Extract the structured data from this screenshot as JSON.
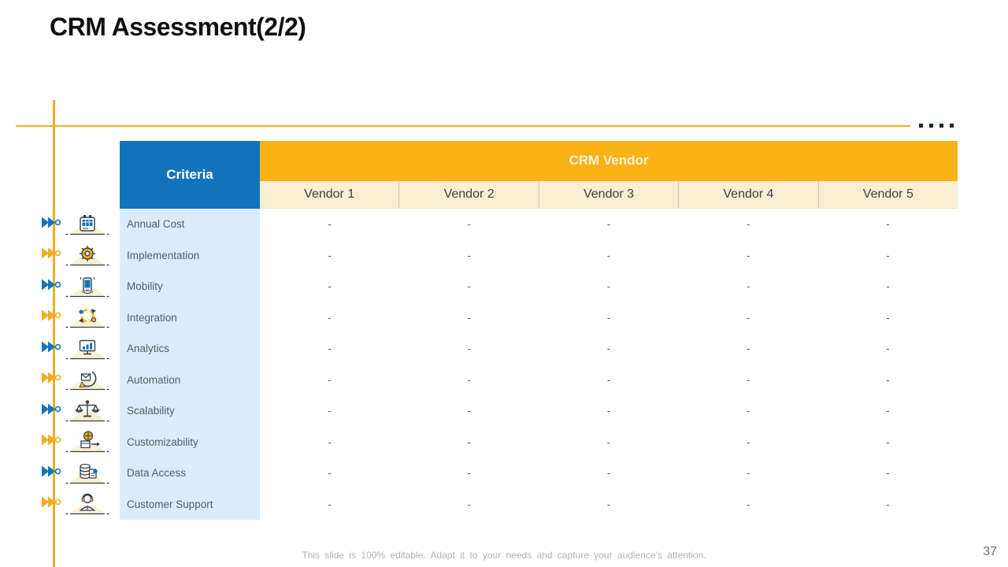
{
  "slide": {
    "title": "CRM Assessment(2/2)",
    "footer_note": "This slide is 100% editable. Adapt it to your needs and capture your audience's attention.",
    "page_number": "37"
  },
  "table": {
    "criteria_header": "Criteria",
    "vendor_group_header": "CRM Vendor",
    "vendor_columns": [
      "Vendor 1",
      "Vendor 2",
      "Vendor 3",
      "Vendor 4",
      "Vendor 5"
    ],
    "rows": [
      {
        "label": "Annual Cost",
        "icon": "calendar-calculator-icon",
        "marker": "blue",
        "values": [
          "-",
          "-",
          "-",
          "-",
          "-"
        ]
      },
      {
        "label": "Implementation",
        "icon": "gear-icon",
        "marker": "yellow",
        "values": [
          "-",
          "-",
          "-",
          "-",
          "-"
        ]
      },
      {
        "label": "Mobility",
        "icon": "mobile-hand-icon",
        "marker": "blue",
        "values": [
          "-",
          "-",
          "-",
          "-",
          "-"
        ]
      },
      {
        "label": "Integration",
        "icon": "integration-arrows-icon",
        "marker": "yellow",
        "values": [
          "-",
          "-",
          "-",
          "-",
          "-"
        ]
      },
      {
        "label": "Analytics",
        "icon": "analytics-monitor-icon",
        "marker": "blue",
        "values": [
          "-",
          "-",
          "-",
          "-",
          "-"
        ]
      },
      {
        "label": "Automation",
        "icon": "automation-refresh-icon",
        "marker": "yellow",
        "values": [
          "-",
          "-",
          "-",
          "-",
          "-"
        ]
      },
      {
        "label": "Scalability",
        "icon": "balance-scale-icon",
        "marker": "blue",
        "values": [
          "-",
          "-",
          "-",
          "-",
          "-"
        ]
      },
      {
        "label": "Customizability",
        "icon": "customization-box-icon",
        "marker": "yellow",
        "values": [
          "-",
          "-",
          "-",
          "-",
          "-"
        ]
      },
      {
        "label": "Data Access",
        "icon": "database-access-icon",
        "marker": "blue",
        "values": [
          "-",
          "-",
          "-",
          "-",
          "-"
        ]
      },
      {
        "label": "Customer Support",
        "icon": "support-agent-icon",
        "marker": "yellow",
        "values": [
          "-",
          "-",
          "-",
          "-",
          "-"
        ]
      }
    ]
  },
  "colors": {
    "blue": "#1173bc",
    "yellow": "#f2ac1e",
    "header_orange": "#fbb216",
    "header_cream": "#f9edd3",
    "criteria_light_blue": "#d9ecf9",
    "accent_line_yellow": "#efb02a"
  }
}
